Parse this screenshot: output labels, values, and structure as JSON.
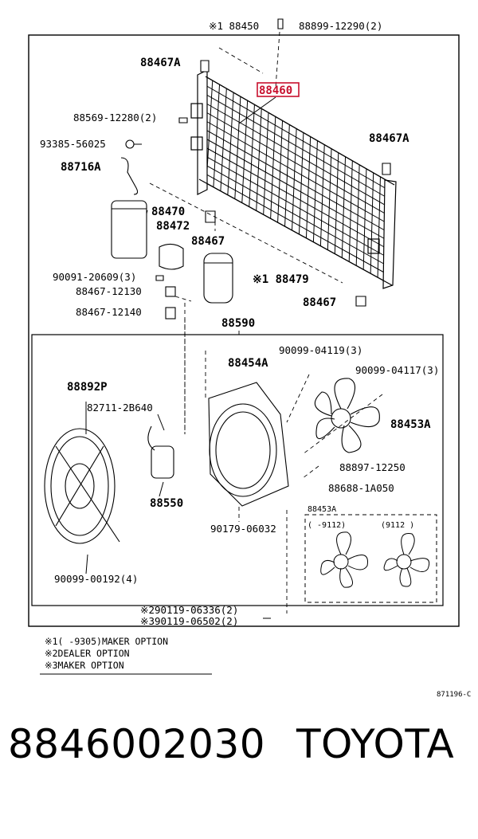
{
  "labels": {
    "top_kit": "※1 88450",
    "top_bolt": "88899-12290(2)",
    "cushion_tl": "88467A",
    "cond": "88460",
    "screw_l": "88569-12280(2)",
    "oring": "93385-56025",
    "pipe": "88716A",
    "cushion_r": "88467A",
    "dryer": "88470",
    "bracket": "88472",
    "cushion_mid": "88467",
    "bolt_l": "90091-20609(3)",
    "dryer2": "※1 88479",
    "cushion_a": "88467-12130",
    "cushion_bot": "88467",
    "cushion_b": "88467-12140",
    "fan_assy": "88590",
    "bolt_fan1": "90099-04119(3)",
    "shroud": "88454A",
    "bolt_fan2": "90099-04117(3)",
    "fan_kit": "88892P",
    "clamp": "82711-2B640",
    "blade": "88453A",
    "bushing": "88897-12250",
    "motor": "88550",
    "connector": "88688-1A050",
    "washer": "90179-06032",
    "blade_legend": "88453A",
    "legend_a": "(   -9112)",
    "legend_b": "(9112    )",
    "bolt_bot": "90099-00192(4)",
    "bolt_opt2": "※290119-06336(2)",
    "bolt_opt3": "※390119-06502(2)"
  },
  "notes": [
    "※1(     -9305)MAKER OPTION",
    "※2DEALER OPTION",
    "※3MAKER OPTION"
  ],
  "figure_code": "871196-C",
  "footer": {
    "part_number": "8846002030",
    "brand": "TOYOTA"
  },
  "colors": {
    "highlight": "#c8102e",
    "ink": "#000000"
  }
}
